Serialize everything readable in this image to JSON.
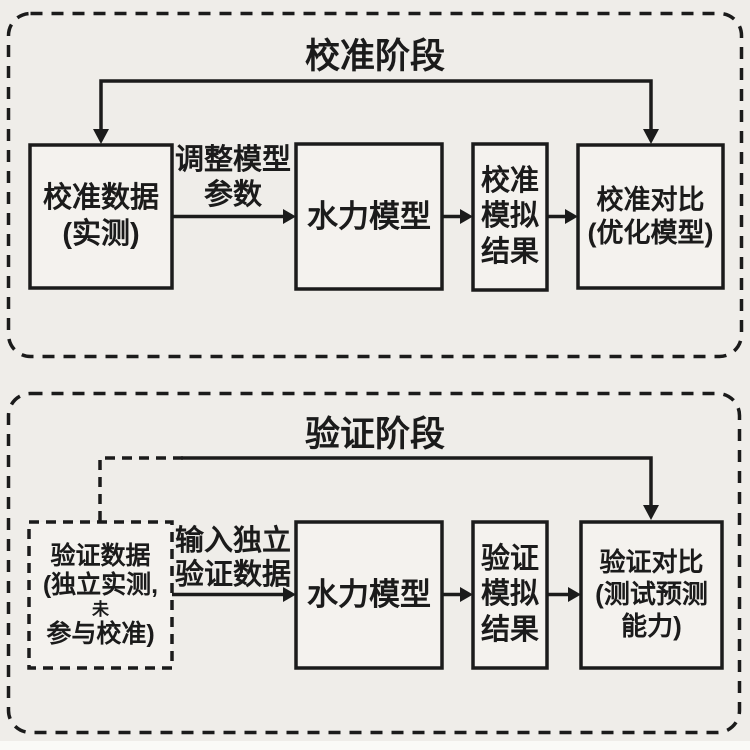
{
  "colors": {
    "background": "#efede9",
    "box_fill": "#f4f2ee",
    "line": "#1b1b1b"
  },
  "calibration": {
    "title": "校准阶段",
    "data_box": {
      "line1": "校准数据",
      "line2": "(实测)"
    },
    "adjust_label": {
      "line1": "调整模型",
      "line2": "参数"
    },
    "model_box": "水力模型",
    "result_box": {
      "line1": "校准",
      "line2": "模拟",
      "line3": "结果"
    },
    "compare_box": {
      "line1": "校准对比",
      "line2": "(优化模型)"
    }
  },
  "validation": {
    "title": "验证阶段",
    "data_box": {
      "line1": "验证数据",
      "line2": "(独立实测,",
      "line3": "未",
      "line4": "参与校准)"
    },
    "input_label": {
      "line1": "输入独立",
      "line2": "验证数据"
    },
    "model_box": "水力模型",
    "result_box": {
      "line1": "验证",
      "line2": "模拟",
      "line3": "结果"
    },
    "compare_box": {
      "line1": "验证对比",
      "line2": "(测试预测",
      "line3": "能力)"
    }
  }
}
